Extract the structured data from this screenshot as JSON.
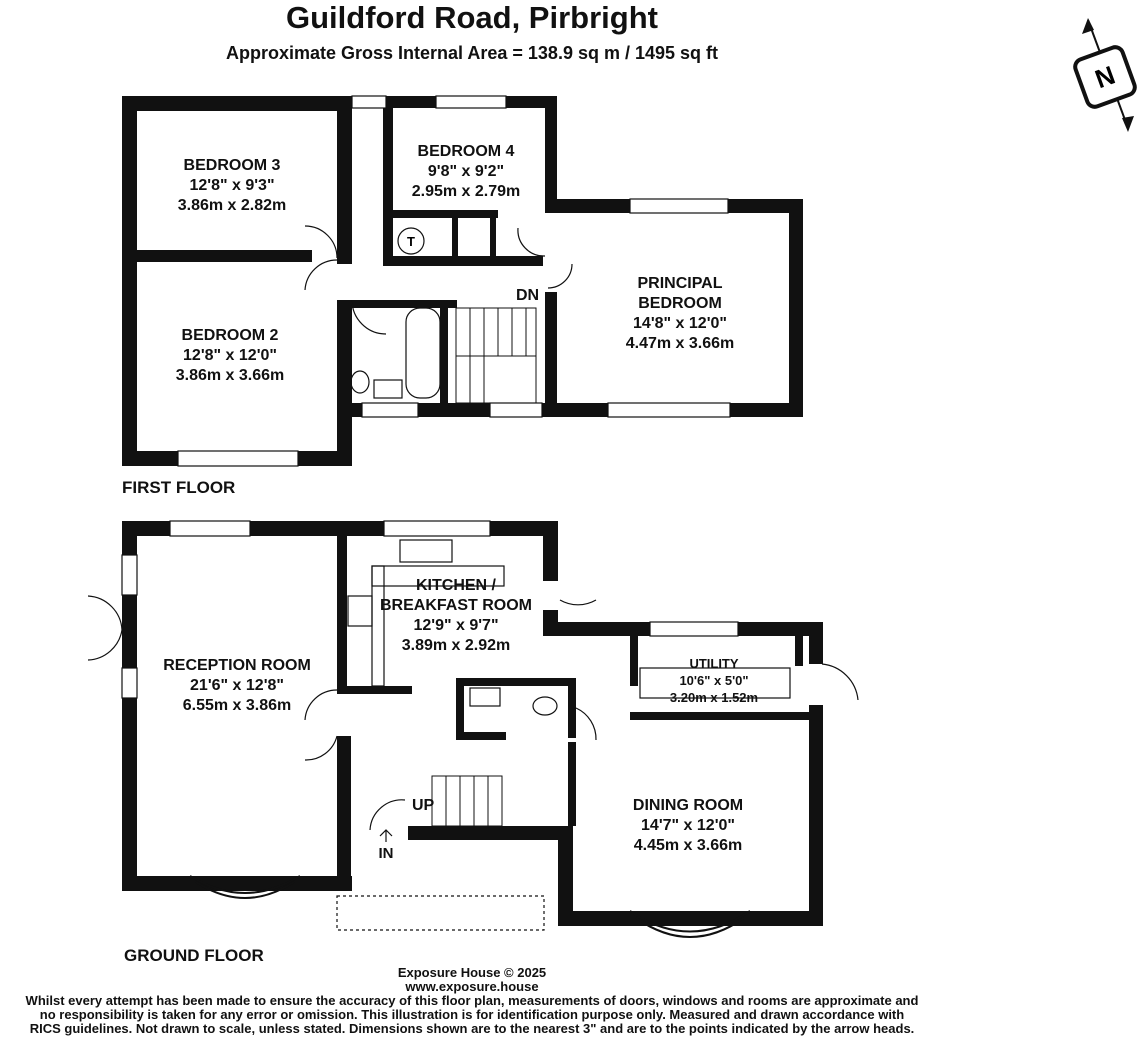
{
  "header": {
    "title": "Guildford Road, Pirbright",
    "subtitle": "Approximate Gross Internal Area = 138.9 sq m / 1495 sq ft"
  },
  "compass": {
    "label": "N"
  },
  "floors": {
    "first": "FIRST FLOOR",
    "ground": "GROUND FLOOR"
  },
  "rooms": {
    "bedroom3": {
      "name": "BEDROOM 3",
      "imperial": "12'8\" x 9'3\"",
      "metric": "3.86m x 2.82m"
    },
    "bedroom4": {
      "name": "BEDROOM 4",
      "imperial": "9'8\" x 9'2\"",
      "metric": "2.95m x 2.79m"
    },
    "principal": {
      "name1": "PRINCIPAL",
      "name2": "BEDROOM",
      "imperial": "14'8\" x 12'0\"",
      "metric": "4.47m x 3.66m"
    },
    "bedroom2": {
      "name": "BEDROOM 2",
      "imperial": "12'8\" x 12'0\"",
      "metric": "3.86m x 3.66m"
    },
    "kitchen": {
      "name1": "KITCHEN /",
      "name2": "BREAKFAST ROOM",
      "imperial": "12'9\" x 9'7\"",
      "metric": "3.89m x 2.92m"
    },
    "reception": {
      "name": "RECEPTION ROOM",
      "imperial": "21'6\" x 12'8\"",
      "metric": "6.55m x 3.86m"
    },
    "utility": {
      "name": "UTILITY",
      "imperial": "10'6\" x 5'0\"",
      "metric": "3.20m x 1.52m"
    },
    "dining": {
      "name": "DINING ROOM",
      "imperial": "14'7\" x 12'0\"",
      "metric": "4.45m x 3.66m"
    }
  },
  "markers": {
    "tank": "T",
    "down": "DN",
    "up": "UP",
    "entrance": "IN"
  },
  "footer": {
    "copyright": "Exposure House © 2025",
    "website": "www.exposure.house",
    "line1": "Whilst every attempt has been made to ensure the accuracy of this floor plan, measurements of doors, windows and rooms are approximate and",
    "line2": "no responsibility is taken for any error or omission. This illustration is for identification purpose only. Measured and drawn accordance with",
    "line3": "RICS guidelines. Not drawn to scale, unless stated. Dimensions shown are to the nearest 3\" and are to the points indicated by the arrow heads."
  }
}
